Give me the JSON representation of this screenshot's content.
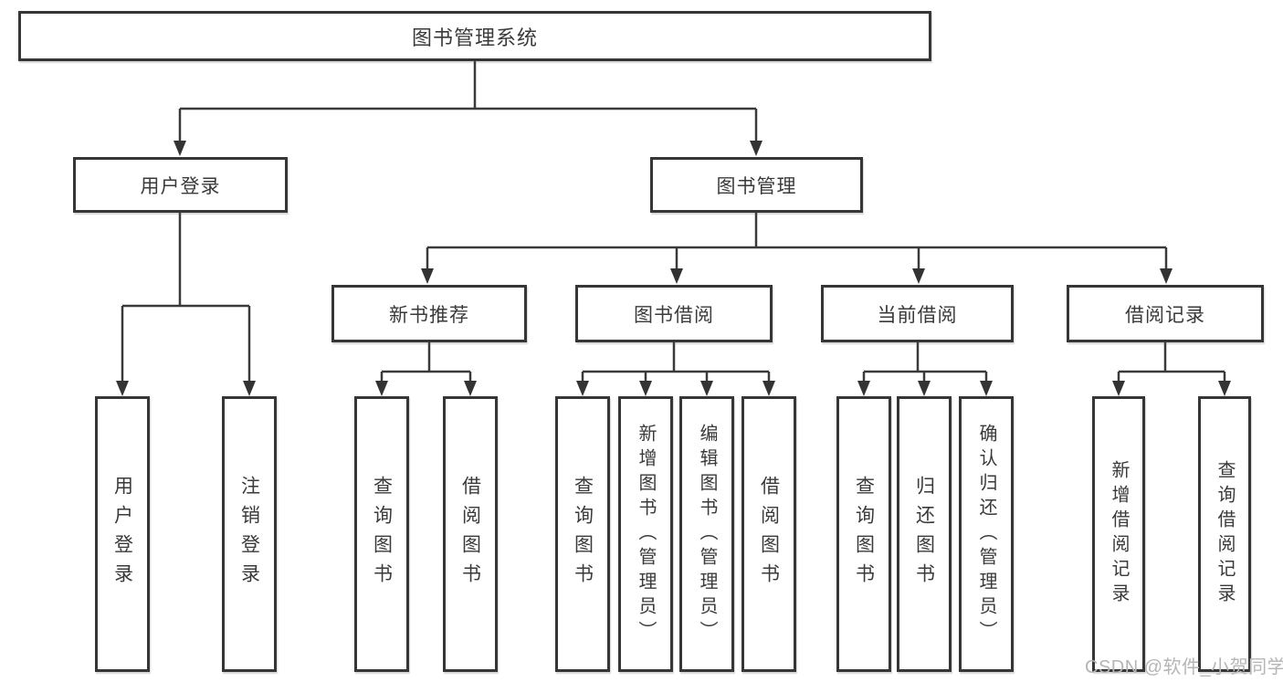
{
  "diagram": {
    "root": {
      "label": "图书管理系统"
    },
    "level2": [
      {
        "label": "用户登录"
      },
      {
        "label": "图书管理"
      }
    ],
    "level3": [
      {
        "label": "新书推荐"
      },
      {
        "label": "图书借阅"
      },
      {
        "label": "当前借阅"
      },
      {
        "label": "借阅记录"
      }
    ],
    "leaves_user_login": [
      {
        "label": "用户登录"
      },
      {
        "label": "注销登录"
      }
    ],
    "leaves_new_book_rec": [
      {
        "label": "查询图书"
      },
      {
        "label": "借阅图书"
      }
    ],
    "leaves_book_borrow": [
      {
        "label": "查询图书"
      },
      {
        "label": "新增图书（管理员）"
      },
      {
        "label": "编辑图书（管理员）"
      },
      {
        "label": "借阅图书"
      }
    ],
    "leaves_current_borrow": [
      {
        "label": "查询图书"
      },
      {
        "label": "归还图书"
      },
      {
        "label": "确认归还（管理员）"
      }
    ],
    "leaves_borrow_record": [
      {
        "label": "新增借阅记录"
      },
      {
        "label": "查询借阅记录"
      }
    ]
  },
  "watermark": {
    "text": "CSDN @软件_小贺同学"
  },
  "colors": {
    "line": "#3a3a3a",
    "box_border": "#363636",
    "text": "#3a3a3a",
    "watermark": "#b5b5b5"
  }
}
